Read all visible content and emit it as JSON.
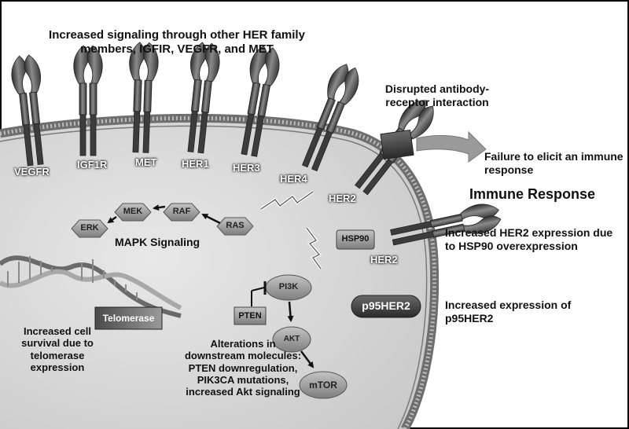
{
  "title_label": "Increased signaling through other HER family members, IGFIR, VEGFR, and MET",
  "receptors": [
    "VEGFR",
    "IGF1R",
    "MET",
    "HER1",
    "HER3",
    "HER4",
    "HER2"
  ],
  "her2_lower_label": "HER2",
  "disrupted_label": "Disrupted antibody-receptor interaction",
  "failure_label": "Failure to elicit an immune response",
  "immune_label": "Immune Response",
  "hsp90_side_label": "Increased HER2 expression due to HSP90 overexpression",
  "p95_side_label": "Increased expression of p95HER2",
  "mapk": {
    "nodes": [
      "ERK",
      "MEK",
      "RAF",
      "RAS"
    ],
    "label": "MAPK Signaling"
  },
  "telomerase_label": "Telomerase",
  "survival_label": "Increased cell survival due to telomerase expression",
  "hsp90": "HSP90",
  "p95her2": "p95HER2",
  "pi3k": "PI3K",
  "pten": "PTEN",
  "akt": "AKT",
  "mtor": "mTOR",
  "alterations_label": "Alterations in downstream molecules: PTEN downregulation, PIK3CA mutations, increased Akt signaling",
  "colors": {
    "background": "#ffffff",
    "cytoplasm": "#d6d6d6",
    "membrane": "#8c8c8c",
    "receptor": "#4a4a4a",
    "node": "#9a9a9a",
    "text": "#111111"
  }
}
